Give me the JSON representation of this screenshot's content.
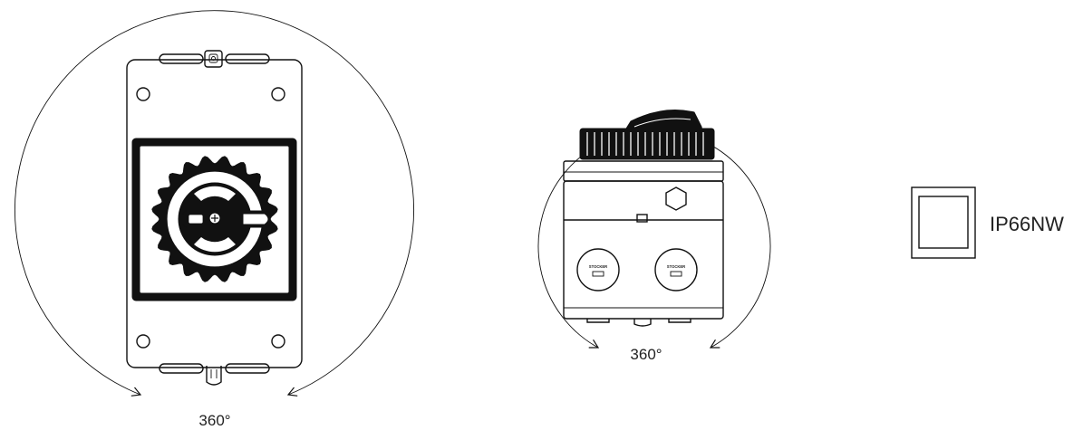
{
  "front_view": {
    "rotation_label": "360°"
  },
  "side_view": {
    "rotation_label": "360°",
    "gland_left_label": "STOCKER",
    "gland_right_label": "STOCKER"
  },
  "rating": {
    "label": "IP66NW"
  }
}
